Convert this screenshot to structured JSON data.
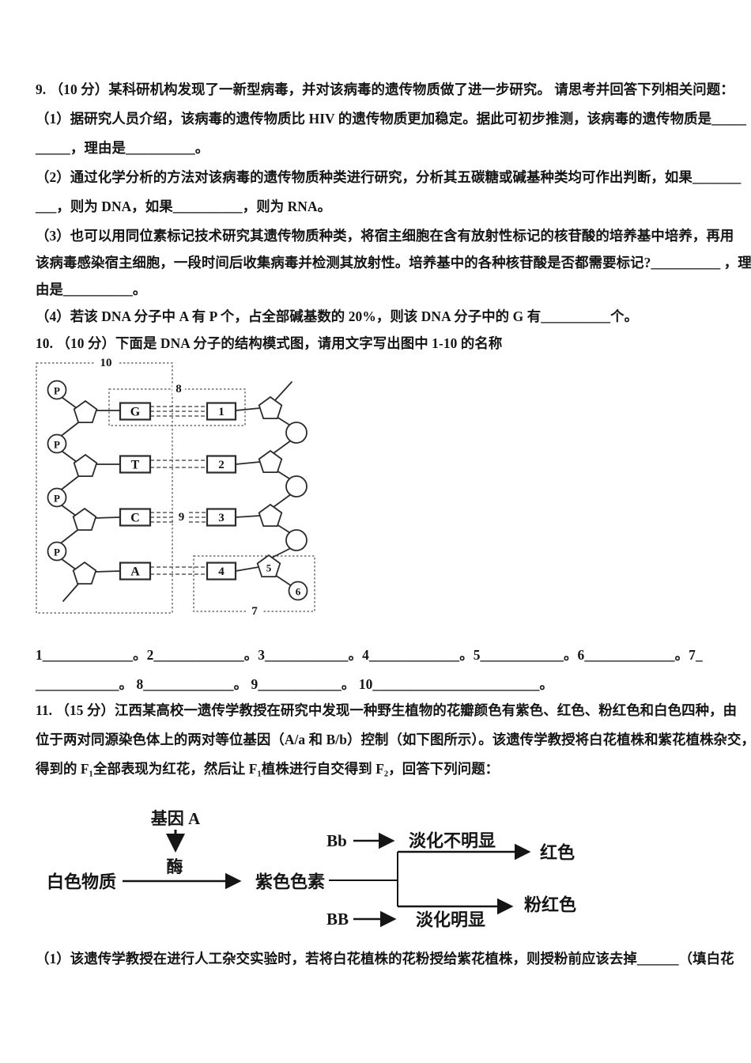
{
  "text": {
    "q9": [
      "9. （10 分）某科研机构发现了一新型病毒，并对该病毒的遗传物质做了进一步研究。 请思考并回答下列相关问题：",
      "（1）据研究人员介绍，该病毒的遗传物质比 HIV 的遗传物质更加稳定。据此可初步推测，该病毒的遗传物质是_____",
      "_____，理由是__________。",
      "（2）通过化学分析的方法对该病毒的遗传物质种类进行研究，分析其五碳糖或碱基种类均可作出判断，如果_______",
      "___，则为 DNA，如果__________，则为 RNA。",
      "（3）也可以用同位素标记技术研究其遗传物质种类，将宿主细胞在含有放射性标记的核苷酸的培养基中培养，再用",
      "该病毒感染宿主细胞，一段时间后收集病毒并检测其放射性。培养基中的各种核苷酸是否都需要标记?__________ ，理",
      "由是__________。",
      "（4）若该 DNA 分子中 A 有 P 个，占全部碱基数的 20%，则该 DNA 分子中的 G 有__________个。"
    ],
    "q10": "10. （10 分）下面是 DNA 分子的结构模式图，请用文字写出图中 1-10 的名称",
    "answers": [
      "1_____________。2_____________。3____________。4_____________。5____________。6_____________。7_",
      "____________。 8_____________。 9____________。 10________________________。"
    ],
    "q11": [
      "11. （15 分）江西某高校一遗传学教授在研究中发现一种野生植物的花瓣颜色有紫色、红色、粉红色和白色四种，由",
      "位于两对同源染色体上的两对等位基因（A/a 和 B/b）控制（如下图所示）。该遗传学教授将白花植株和紫花植株杂交，",
      "得到的 F₁全部表现为红花，然后让 F₁植株进行自交得到 F₂，回答下列问题："
    ],
    "q11_sub1": "（1）该遗传学教授在进行人工杂交实验时，若将白花植株的花粉授给紫花植株，则授粉前应该去掉______（填白花"
  },
  "dna": {
    "label_10": "10",
    "label_8": "8",
    "label_9": "9",
    "label_7": "7",
    "label_5": "5",
    "label_6": "6",
    "phosphate": "P",
    "left_bases": [
      "G",
      "T",
      "C",
      "A"
    ],
    "right_bases": [
      "1",
      "2",
      "3",
      "4"
    ]
  },
  "flow": {
    "gene_label": "基因 A",
    "enzyme_label": "酶",
    "node_white": "白色物质",
    "node_purple": "紫色色素",
    "genotype_upper": "Bb",
    "effect_upper": "淡化不明显",
    "result_upper": "红色",
    "genotype_lower": "BB",
    "effect_lower": "淡化明显",
    "result_lower": "粉红色"
  }
}
